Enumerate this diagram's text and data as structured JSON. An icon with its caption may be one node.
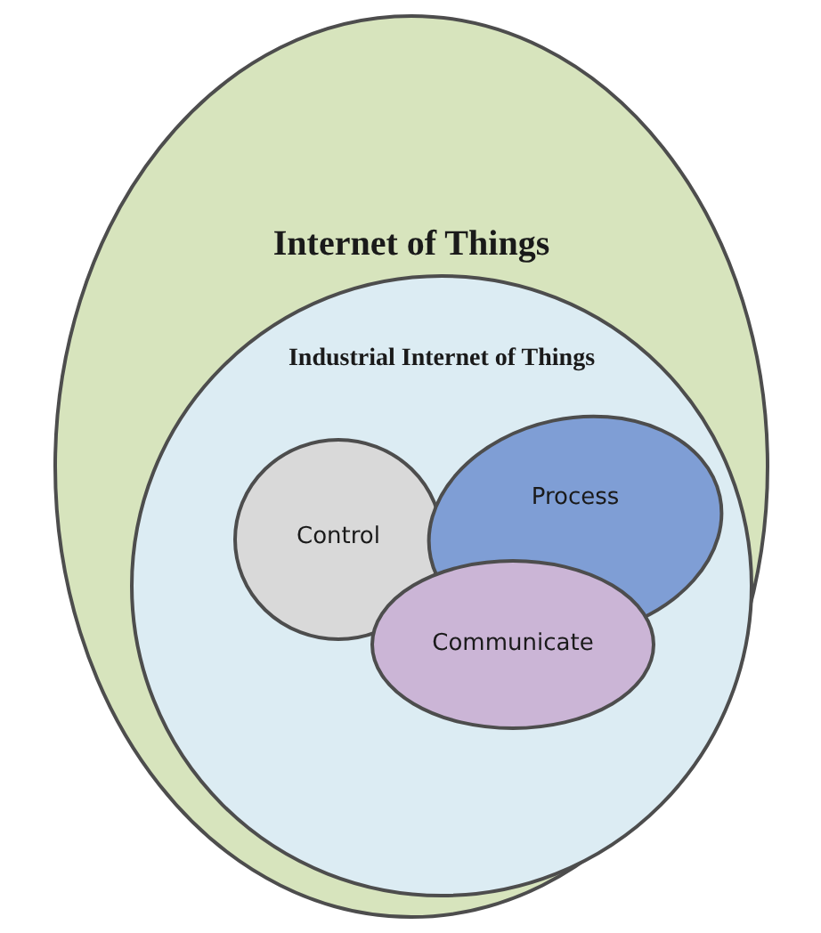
{
  "diagram": {
    "nodes": [
      {
        "text": [
          "Internet of Things"
        ]
      },
      {
        "text": [
          "Industrial Internet of Things"
        ],
        "in": 0
      },
      {
        "text": [
          "Control"
        ],
        "in": 1
      },
      {
        "text": [
          "Process"
        ],
        "in": 1
      },
      {
        "text": [
          "Communicate"
        ],
        "in": 1
      }
    ]
  }
}
